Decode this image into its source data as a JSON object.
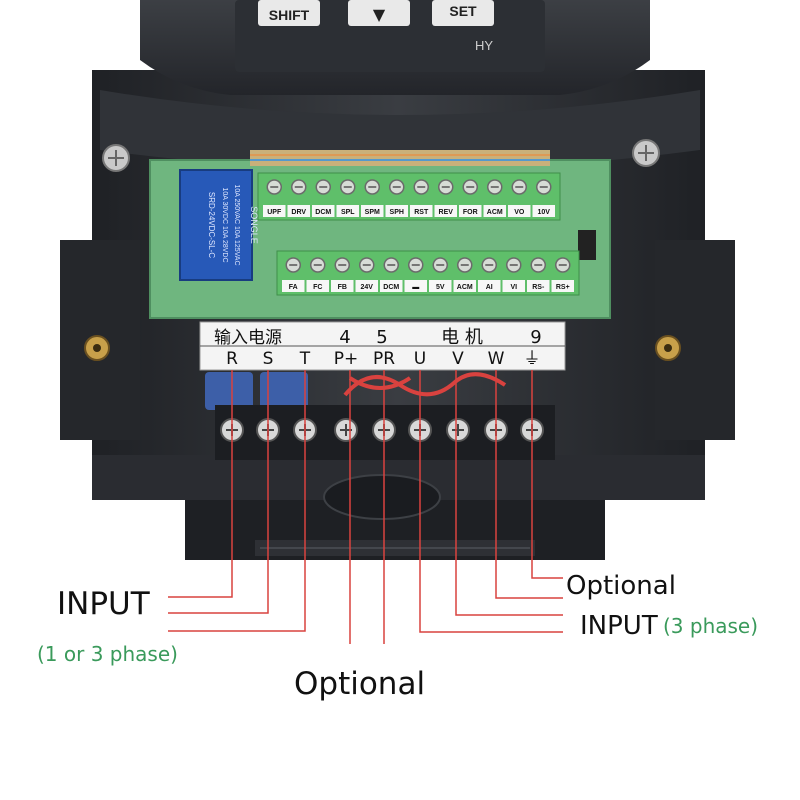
{
  "keypad": {
    "shift_label": "SHIFT",
    "down_glyph": "▼",
    "set_label": "SET",
    "brand": "HY"
  },
  "relay": {
    "brand": "SONGLE",
    "lines": [
      "10A 250VAC 10A 125VAC",
      "10A 30VDC 10A 28VDC",
      "SRD-24VDC-SL-C"
    ]
  },
  "control_terminals": {
    "upper": [
      "UPF",
      "DRV",
      "DCM",
      "SPL",
      "SPM",
      "SPH",
      "RST",
      "REV",
      "FOR",
      "ACM",
      "VO",
      "10V"
    ],
    "lower": [
      "FA",
      "FC",
      "FB",
      "24V",
      "DCM",
      "▬",
      "5V",
      "ACM",
      "AI",
      "VI",
      "RS-",
      "RS+"
    ]
  },
  "power_header": {
    "group_input": "输入电源",
    "n4": "4",
    "n5": "5",
    "group_motor": "电 机",
    "n9": "9"
  },
  "power_terminals": [
    "R",
    "S",
    "T",
    "P+",
    "PR",
    "U",
    "V",
    "W",
    "⏚"
  ],
  "annotations": {
    "input_left": "INPUT",
    "input_left_note": "(1 or 3 phase)",
    "optional_bottom": "Optional",
    "optional_right": "Optional",
    "input_right": "INPUT",
    "input_right_note": "(3 phase)"
  },
  "colors": {
    "callout_line": "#d9423f",
    "note_green": "#3a9a5b",
    "housing": "#2b2e33",
    "pcb": "#6fb67f",
    "terminal_green": "#5fbf6a"
  }
}
